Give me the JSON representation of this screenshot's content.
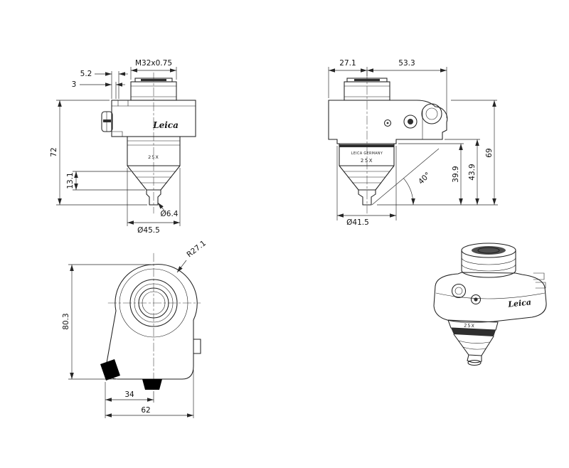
{
  "page": {
    "background": "#ffffff"
  },
  "front_view": {
    "thread_callout": "M32x0.75",
    "dim_width_small": "5.2",
    "dim_width_tiny": "3",
    "dim_height_total": "72",
    "dim_height_cone": "13.1",
    "dim_tip_diameter": "Ø6.4",
    "dim_cone_diameter": "Ø45.5",
    "logo": "Leica",
    "engraving": "25X"
  },
  "side_view": {
    "dim_depth_front": "27.1",
    "dim_depth_rear": "53.3",
    "dim_height_body": "69",
    "dim_height_mid": "43.9",
    "dim_height_low": "39.9",
    "dim_cone_angle": "40°",
    "dim_barrel_diameter": "Ø41.5",
    "engraving_line1": "LEICA GERMANY",
    "engraving_line2": "25X"
  },
  "plan_view": {
    "dim_radius": "R27.1",
    "dim_height": "80.3",
    "dim_offset": "34",
    "dim_width": "62"
  },
  "iso_view": {
    "logo": "Leica",
    "engraving": "25X"
  }
}
